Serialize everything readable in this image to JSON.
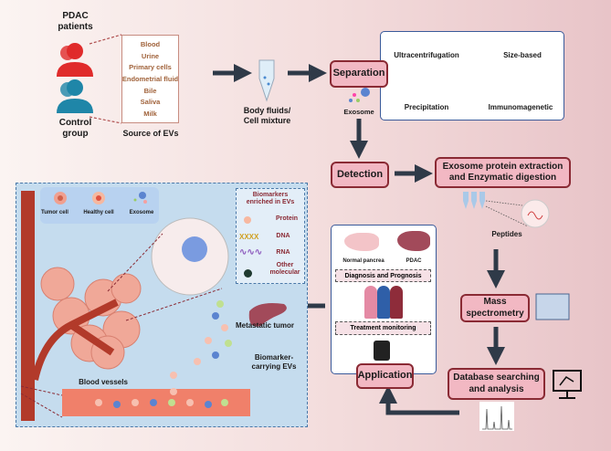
{
  "groups": {
    "patients": "PDAC\npatients",
    "control": "Control\ngroup"
  },
  "source": {
    "items": [
      "Blood",
      "Urine",
      "Primary cells",
      "Endometrial fluid",
      "Bile",
      "Saliva",
      "Milk"
    ],
    "caption": "Source of EVs"
  },
  "sample": "Body fluids/\nCell mixture",
  "separation": {
    "label": "Separation",
    "exosome": "Exosome",
    "methods": [
      "Ultracentrifugation",
      "Size-based",
      "Precipitation",
      "Immunomagenetic"
    ]
  },
  "detection": {
    "label": "Detection",
    "extraction": "Exosome protein extraction\nand Enzymatic digestion",
    "peptides": "Peptides"
  },
  "mass_spec": "Mass\nspectrometry",
  "database": "Database searching\nand analysis",
  "application": {
    "label": "Application",
    "normal": "Normal pancrea",
    "pdac": "PDAC",
    "diagnosis": "Diagnosis and Prognosis",
    "treatment": "Treatment monitoring"
  },
  "biology": {
    "legend": [
      "Tumor cell",
      "Healthy cell",
      "Exosome"
    ],
    "biomarkers_title": "Biomarkers\nenriched in EVs",
    "biomarkers": [
      "Protein",
      "DNA",
      "RNA",
      "Other\nmolecular"
    ],
    "metastatic": "Metastatic tumor",
    "carrying": "Biomarker-\ncarrying EVs",
    "vessels": "Blood vessels"
  },
  "colors": {
    "box_fill": "#f2b8c3",
    "box_border": "#8a2a34",
    "arrow": "#2f3a48",
    "panel_blue": "#c5dcee",
    "patients": "#e02b2b",
    "control": "#1f86a8",
    "source_text": "#a0623a"
  }
}
